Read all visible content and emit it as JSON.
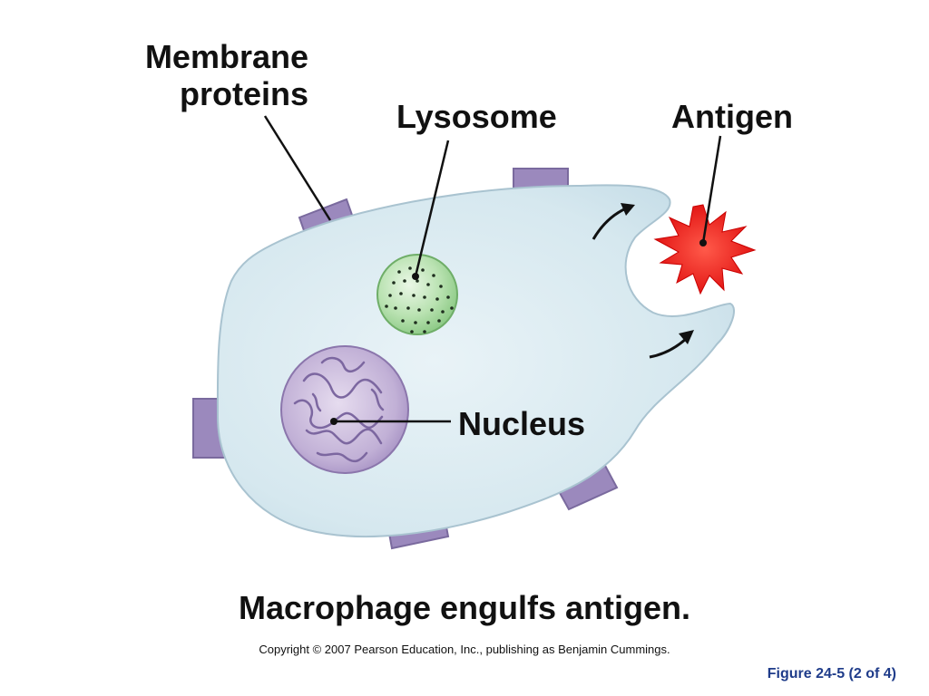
{
  "labels": {
    "membrane_line1": "Membrane",
    "membrane_line2": "proteins",
    "lysosome": "Lysosome",
    "antigen": "Antigen",
    "nucleus": "Nucleus"
  },
  "caption": "Macrophage engulfs antigen.",
  "copyright": "Copyright © 2007 Pearson Education, Inc., publishing as Benjamin Cummings.",
  "figure_ref": "Figure 24-5 (2 of 4)",
  "colors": {
    "cell_fill": "#d6e8ef",
    "cell_outline": "#a9c3d0",
    "membrane_protein": "#9b89bd",
    "lysosome": "#a9d9a2",
    "nucleus": "#b5a3cc",
    "antigen": "#e81b1b",
    "figure_ref_text": "#1f3c8a"
  }
}
